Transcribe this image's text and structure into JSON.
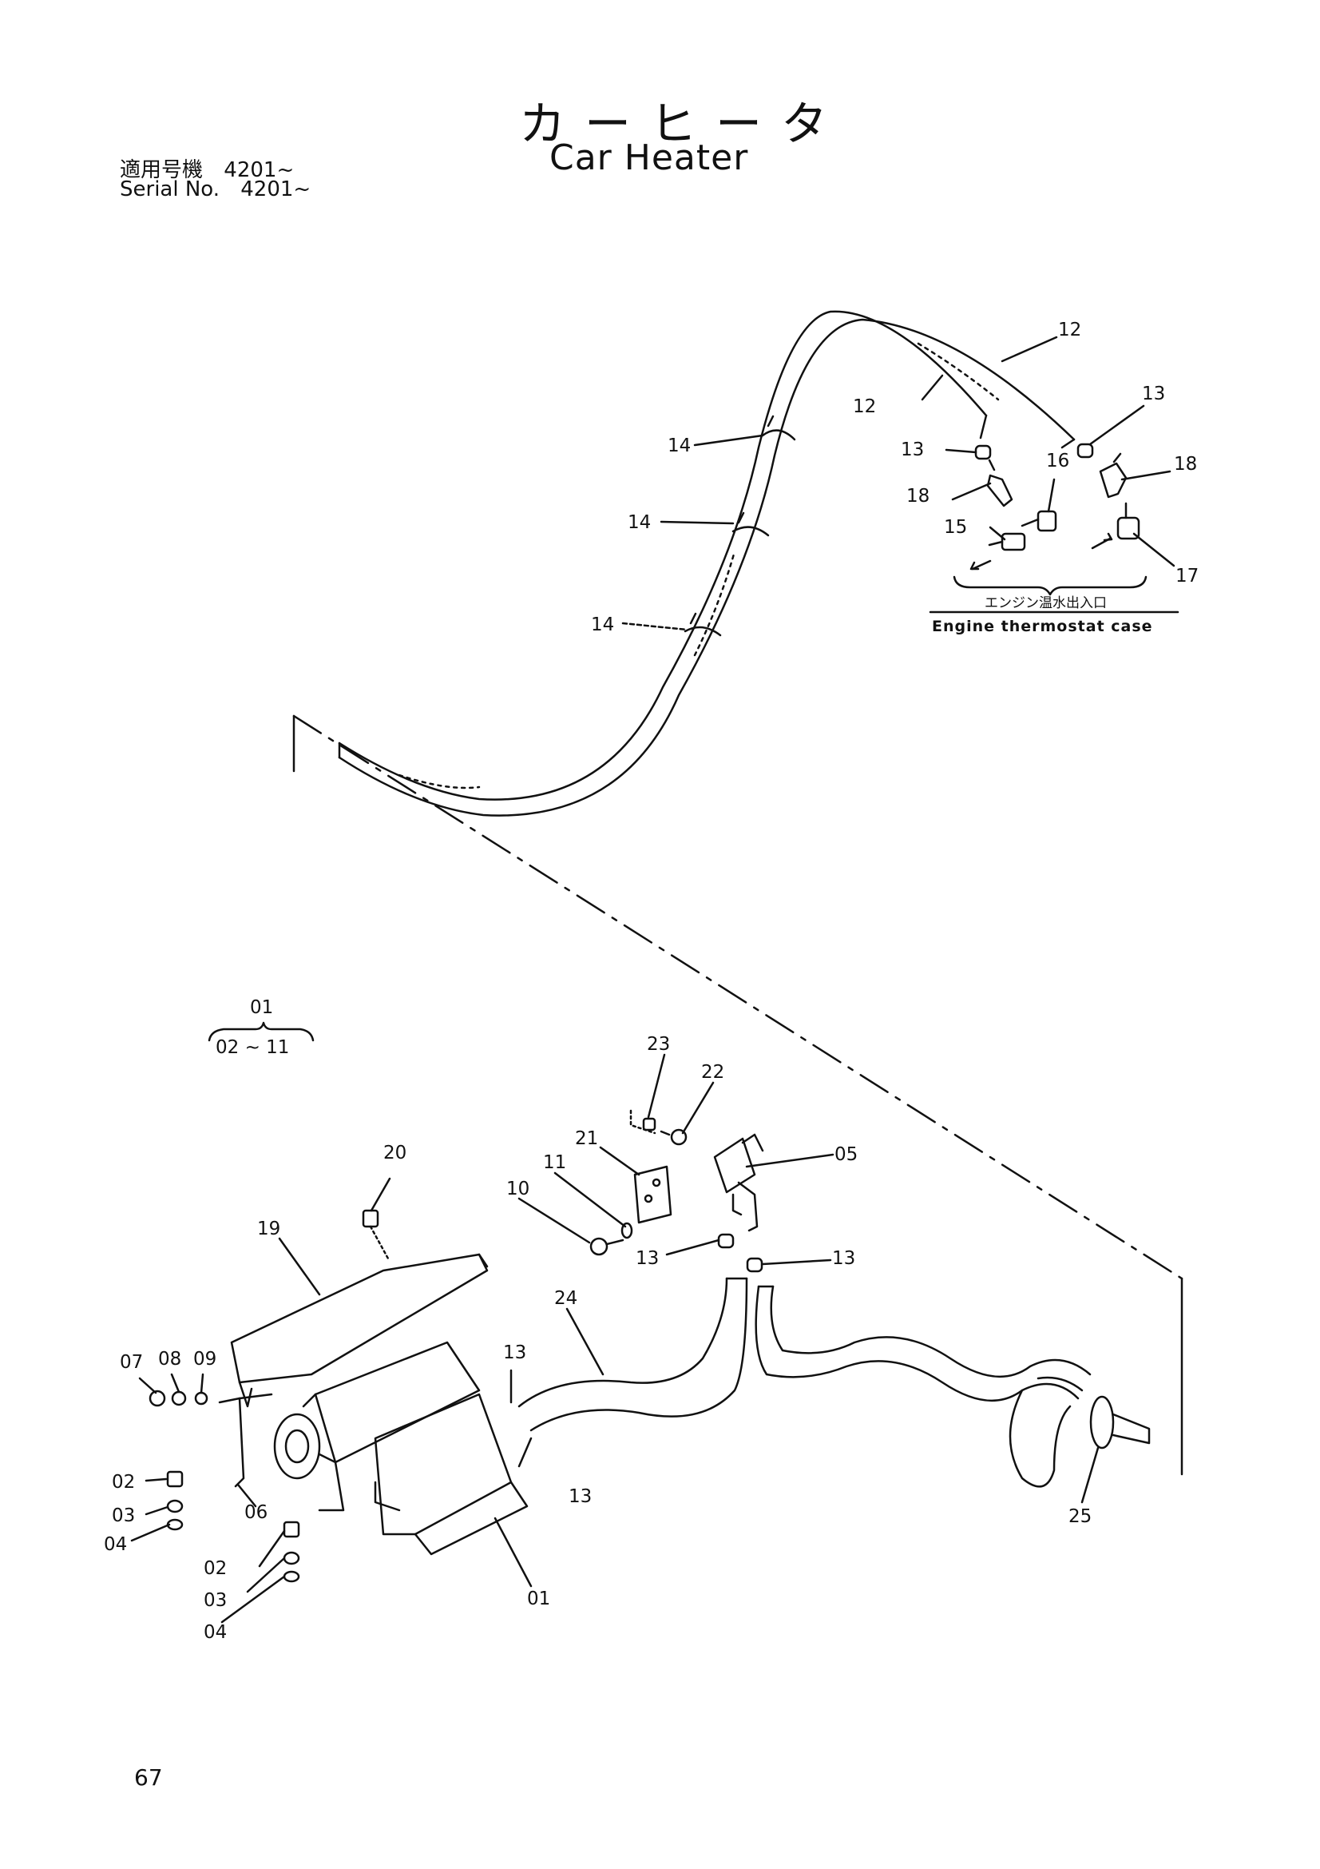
{
  "header": {
    "title_jp": "カーヒータ",
    "title_en": "Car Heater",
    "serial_label_jp": "適用号機",
    "serial_value_jp": "4201~",
    "serial_label_en": "Serial No.",
    "serial_value_en": "4201~"
  },
  "assembly_note": {
    "top": "01",
    "bottom": "02 ~ 11"
  },
  "engine_caption": {
    "jp": "エンジン温水出入口",
    "en": "Engine thermostat case"
  },
  "part_labels": {
    "p12a": "12",
    "p12b": "12",
    "p13a": "13",
    "p13b": "13",
    "p14a": "14",
    "p14b": "14",
    "p14c": "14",
    "p15": "15",
    "p16": "16",
    "p17": "17",
    "p18a": "18",
    "p18b": "18",
    "p23": "23",
    "p22": "22",
    "p21": "21",
    "p05": "05",
    "p20": "20",
    "p11": "11",
    "p10": "10",
    "p13c": "13",
    "p13d": "13",
    "p19": "19",
    "p24": "24",
    "p13e": "13",
    "p13f": "13",
    "p07": "07",
    "p08": "08",
    "p09": "09",
    "p02a": "02",
    "p03a": "03",
    "p04a": "04",
    "p06": "06",
    "p02b": "02",
    "p03b": "03",
    "p04b": "04",
    "p01": "01",
    "p25": "25"
  },
  "page_number": "67"
}
